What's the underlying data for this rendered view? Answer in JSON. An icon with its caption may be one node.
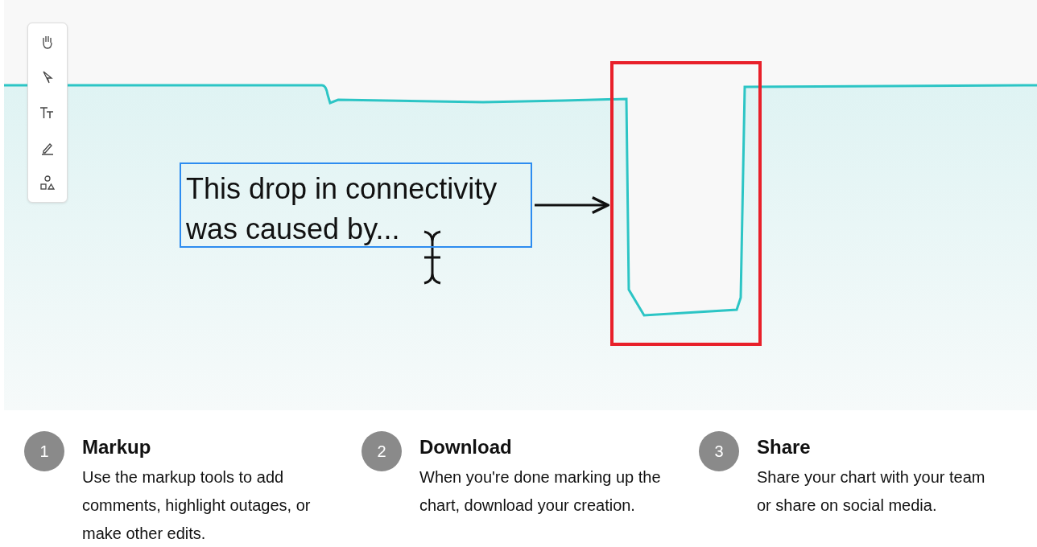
{
  "diagram": {
    "nodes": [
      {
        "text": [
          "This drop in connectivity was caused by..."
        ]
      },
      {
        "text": [],
        "shape": "box"
      }
    ],
    "edges": [
      {
        "from": 0,
        "to": 1,
        "arrow": "to"
      }
    ],
    "labels": [
      "1",
      "Markup",
      "Use the markup tools to add comments, highlight outages, or make other edits.",
      "2",
      "Download",
      "When you're done marking up the chart, download your creation.",
      "3",
      "Share",
      "Share your chart with your team or share on social media."
    ]
  }
}
